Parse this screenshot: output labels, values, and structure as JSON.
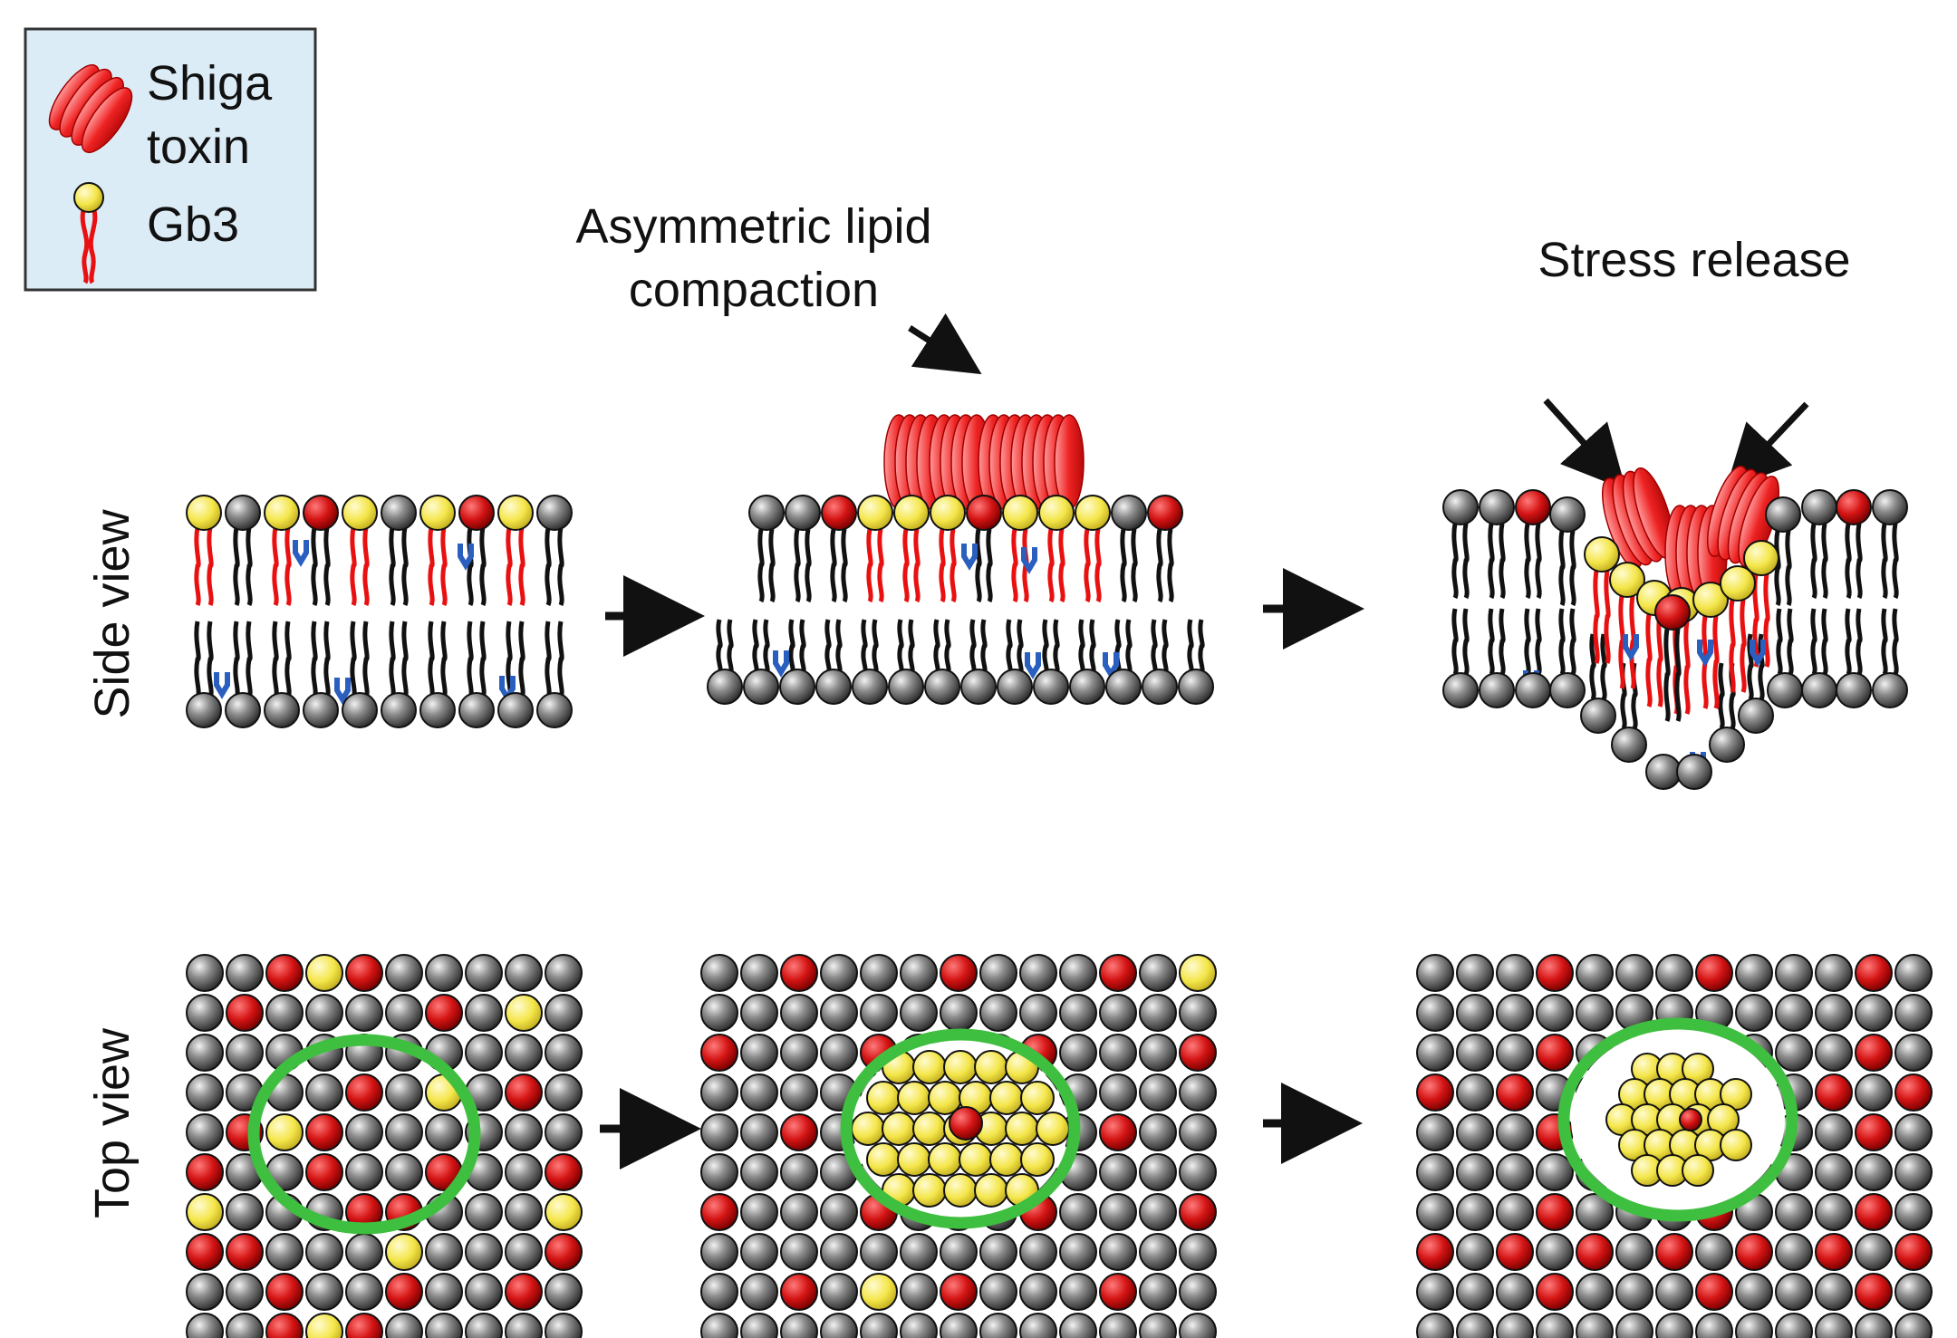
{
  "legend": {
    "toxin_label_line1": "Shiga",
    "toxin_label_line2": "toxin",
    "lipid_label": "Gb3"
  },
  "annotations": {
    "compaction_line1": "Asymmetric lipid",
    "compaction_line2": "compaction",
    "stress": "Stress release"
  },
  "row_labels": {
    "side": "Side view",
    "top": "Top view"
  },
  "colors": {
    "legend_bg": "#dcecf6",
    "gray_head": "#7a7a7a",
    "red_head": "#d41414",
    "yellow_head": "#f4e64a",
    "green_ring": "#3fbf3f",
    "toxin": "#ee2222",
    "tail_red": "#e81010",
    "tail_black": "#111111",
    "blue_glyph": "#2a5fc0"
  }
}
